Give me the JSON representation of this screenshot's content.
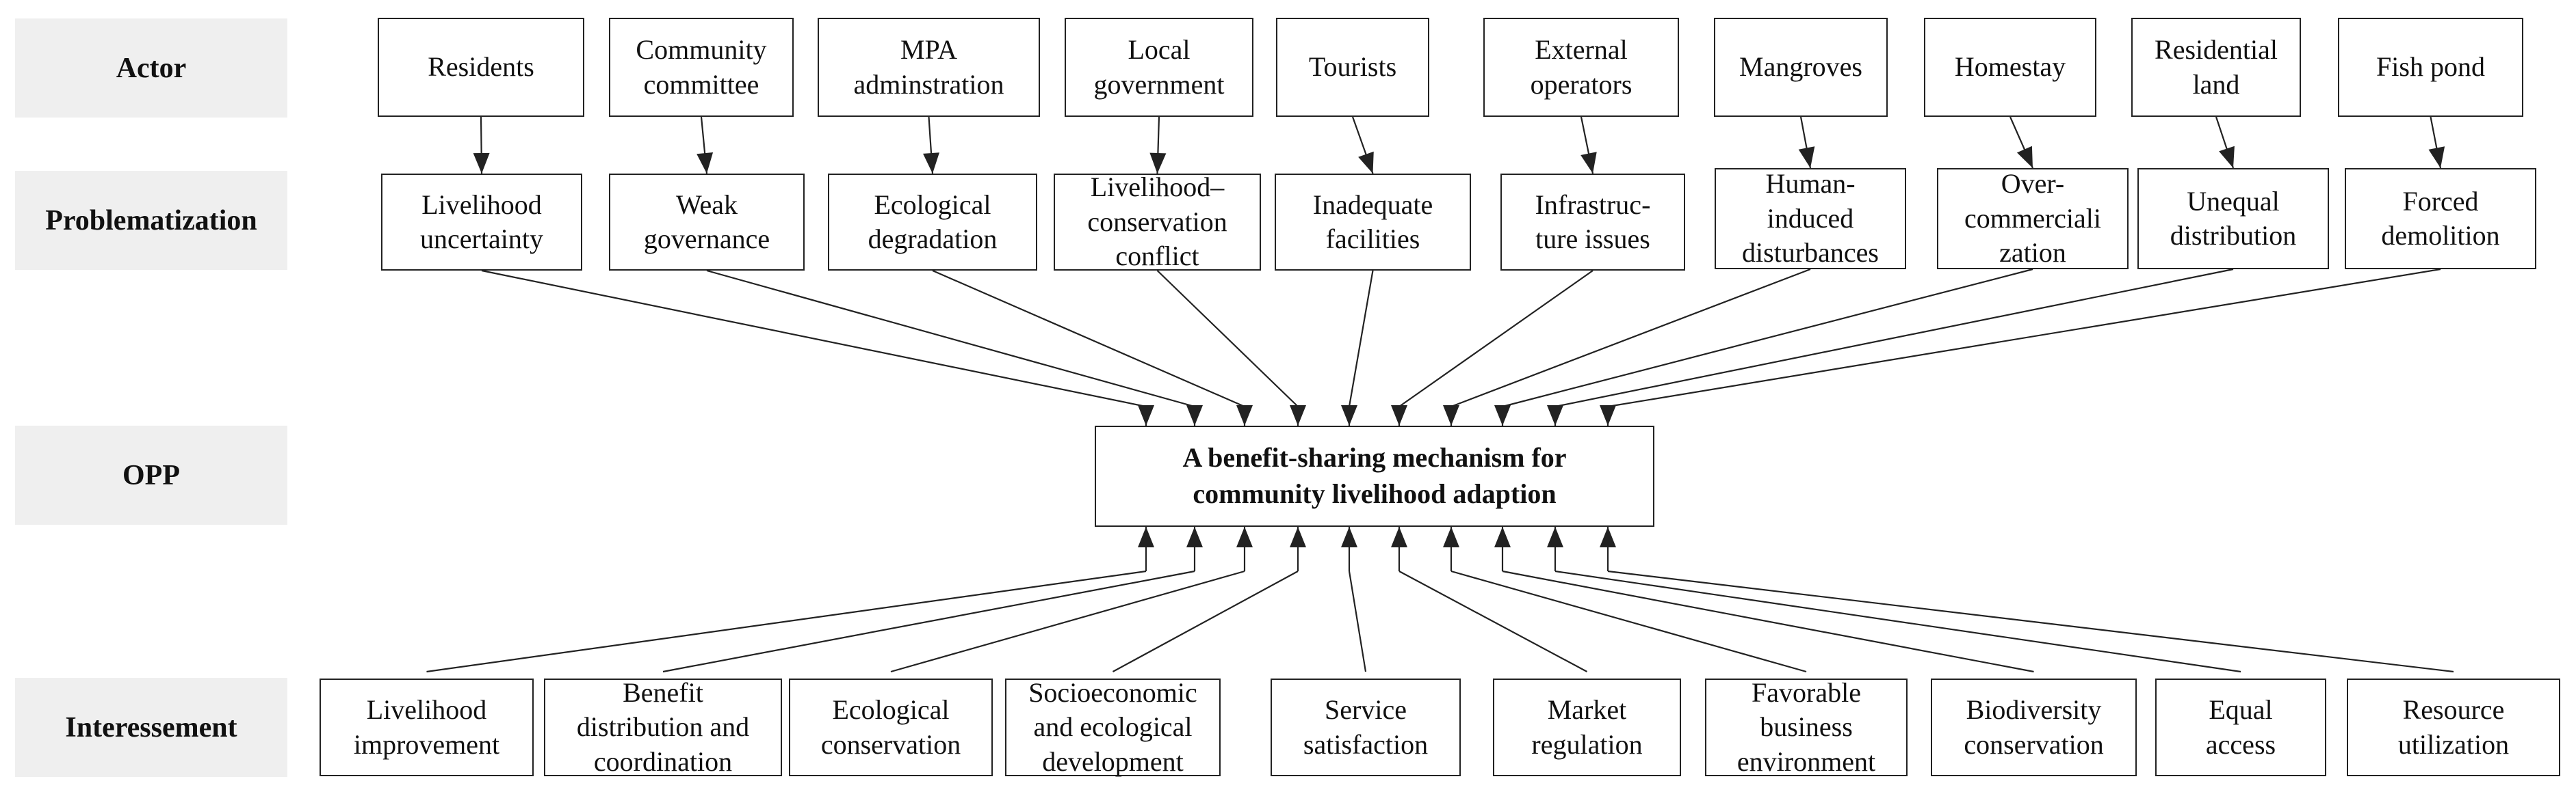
{
  "row_labels": {
    "actor": "Actor",
    "problematization": "Problematization",
    "opp": "OPP",
    "interessement": "Interessement"
  },
  "actors": [
    "Residents",
    "Community\ncommittee",
    "MPA\nadminstration",
    "Local\ngovernment",
    "Tourists",
    "External\noperators",
    "Mangroves",
    "Homestay",
    "Residential\nland",
    "Fish pond"
  ],
  "problems": [
    "Livelihood\nuncertainty",
    "Weak\ngovernance",
    "Ecological\ndegradation",
    "Livelihood–\nconservation\nconflict",
    "Inadequate\nfacilities",
    "Infrastruc-\nture issues",
    "Human-\ninduced\ndisturbances",
    "Over-\ncommerciali\nzation",
    "Unequal\ndistribution",
    "Forced\ndemolition"
  ],
  "opp": "A  benefit-sharing mechanism for\ncommunity livelihood adaption",
  "interessements": [
    "Livelihood\nimprovement",
    "Benefit\ndistribution and\ncoordination",
    "Ecological\nconservation",
    "Socioeconomic\nand ecological\ndevelopment",
    "Service\nsatisfaction",
    "Market\nregulation",
    "Favorable\nbusiness\nenvironment",
    "Biodiversity\nconservation",
    "Equal\naccess",
    "Resource\nutilization"
  ],
  "colors": {
    "line": "#222222",
    "label_bg": "#efefef"
  }
}
